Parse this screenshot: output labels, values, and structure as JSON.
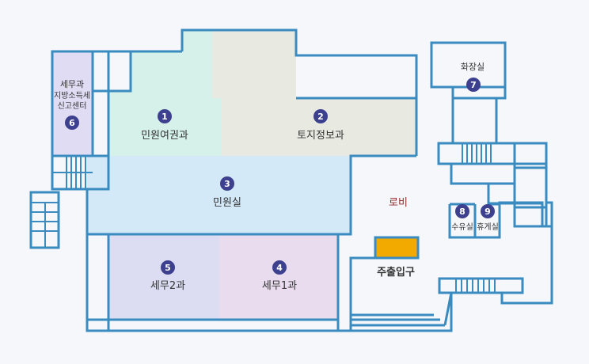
{
  "colors": {
    "wall": "#3a8bbf",
    "badge": "#3d3f8f",
    "lobby_text": "#8b2b2b",
    "entrance_block": "#f2a900",
    "min_won_yeogwon": "#d6f1ea",
    "toji": "#e8e9e1",
    "min_won_sil": "#d4e9f8",
    "semu2": "#dcddf3",
    "semu1": "#e9dcee",
    "jaebang": "#e0dcf4"
  },
  "rooms": {
    "min_won_yeogwon": {
      "num": "1",
      "label": "민원여권과"
    },
    "toji": {
      "num": "2",
      "label": "토지정보과"
    },
    "min_won_sil": {
      "num": "3",
      "label": "민원실"
    },
    "semu1": {
      "num": "4",
      "label": "세무1과"
    },
    "semu2": {
      "num": "5",
      "label": "세무2과"
    },
    "jaebang": {
      "num": "6",
      "label_lines": [
        "세무과",
        "지방소득세",
        "신고센터"
      ]
    },
    "toilet": {
      "num": "7",
      "label": "화장실"
    },
    "nursing": {
      "num": "8",
      "label": "수유실"
    },
    "lounge": {
      "num": "9",
      "label": "휴게실"
    }
  },
  "lobby": {
    "label": "로비"
  },
  "entrance": {
    "label": "주출입구"
  }
}
